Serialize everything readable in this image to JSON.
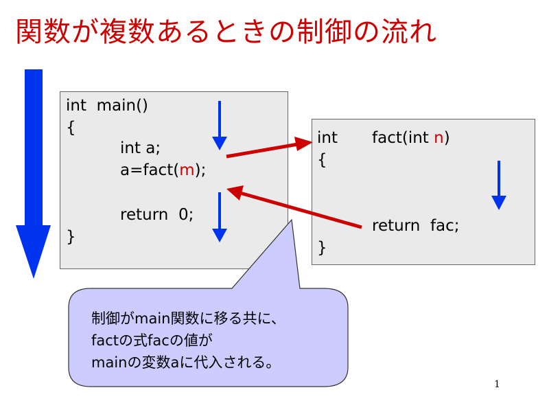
{
  "slide": {
    "title": "関数が複数あるときの制御の流れ",
    "page_number": "1"
  },
  "main_box": {
    "line1": "int  main()",
    "line2": "{",
    "line3": "int a;",
    "line4_prefix": "a=fact(",
    "line4_arg": "m",
    "line4_suffix": ");",
    "line5": "return  0;",
    "line6": "}"
  },
  "fact_box": {
    "line1_type": "int",
    "line1_sig_prefix": "fact(int ",
    "line1_param": "n",
    "line1_sig_suffix": ")",
    "line2": "{",
    "line3": "return  fac;",
    "line4": "}"
  },
  "callout": {
    "line1": "制御がmain関数に移る共に、",
    "line2": "factの式facの値が",
    "line3": "mainの変数aに代入される。"
  },
  "colors": {
    "title": "#cc0000",
    "flow_arrow": "#0033ee",
    "call_arrow": "#cc0000",
    "callout_fill": "#ccccff"
  }
}
